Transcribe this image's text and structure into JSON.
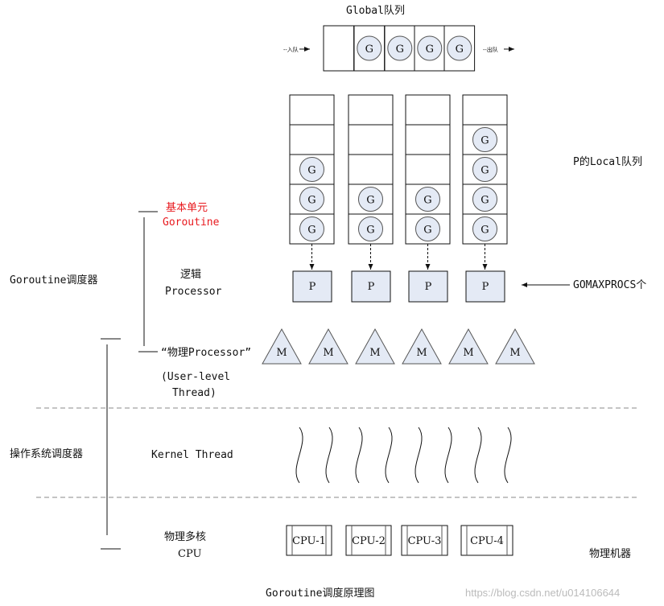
{
  "title": "Goroutine调度原理图",
  "watermark": "https://blog.csdn.net/u014106644",
  "global_queue": {
    "label": "Global队列",
    "enqueue": "--入队",
    "dequeue": "--出队",
    "slots": 5,
    "goroutines": 4,
    "g_label": "G"
  },
  "local_queues": {
    "label": "P的Local队列",
    "slots": 5,
    "goroutine_counts": [
      3,
      2,
      2,
      4
    ]
  },
  "processors": {
    "p_label": "P",
    "count": 4,
    "gomaxprocs": "GOMAXPROCS个"
  },
  "machines": {
    "m_label": "M",
    "count": 6
  },
  "kernel_threads": {
    "count": 8
  },
  "cpus": [
    "CPU-1",
    "CPU-2",
    "CPU-3",
    "CPU-4"
  ],
  "labels": {
    "basic_unit": "基本单元",
    "goroutine": "Goroutine",
    "goroutine_scheduler": "Goroutine调度器",
    "logical": "逻辑",
    "processor": "Processor",
    "physical_processor": "“物理Processor”",
    "user_level": "(User-level",
    "thread": "Thread)",
    "os_scheduler": "操作系统调度器",
    "kernel_thread": "Kernel Thread",
    "multicore": "物理多核",
    "cpu": "CPU",
    "physical_machine": "物理机器"
  },
  "colors": {
    "fill": "#e4eaf5",
    "accent": "#e8191e"
  }
}
